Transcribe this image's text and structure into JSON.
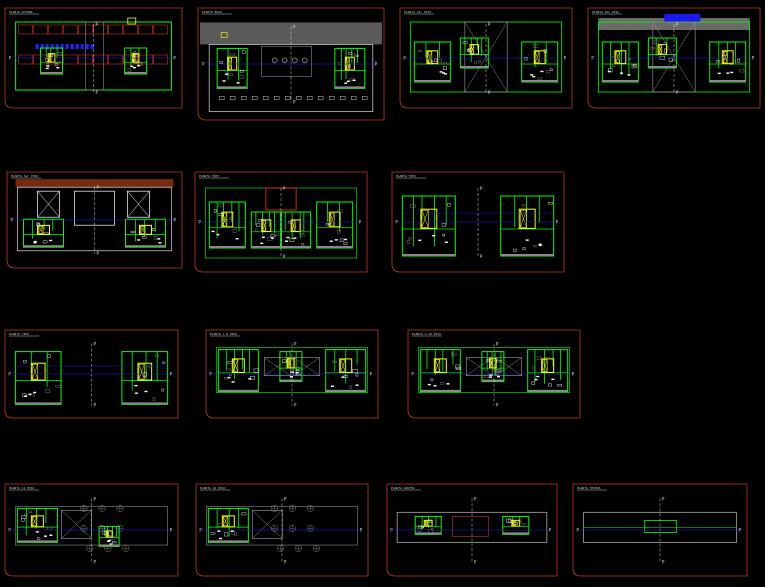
{
  "drawing": {
    "background": "#000000",
    "colors": {
      "frame": "#c0392b",
      "wall": "#00ff00",
      "core": "#ffff00",
      "axis": "#2222ff",
      "gray": "#8a8a8a",
      "white": "#ffffff",
      "red": "#ff3030",
      "tan": "#c08040",
      "brown": "#7a2a10"
    },
    "axis_tag": "P",
    "sheets": [
      {
        "id": "s1",
        "title": "PLANTA SOTANO",
        "style": "parking"
      },
      {
        "id": "s2",
        "title": "PLANTA BAJA",
        "style": "ground"
      },
      {
        "id": "s3",
        "title": "PLANTA 1er PISO",
        "style": "atrium"
      },
      {
        "id": "s4",
        "title": "PLANTA 2do PISO",
        "style": "atrium_gray"
      },
      {
        "id": "s5",
        "title": "PLANTA 3er PISO",
        "style": "void_roof"
      },
      {
        "id": "s6",
        "title": "PLANTA TIPO",
        "style": "notch"
      },
      {
        "id": "s7",
        "title": "PLANTA TIPO",
        "style": "split"
      },
      {
        "id": "s8",
        "title": "PLANTA TIPO",
        "style": "split_wide"
      },
      {
        "id": "s9",
        "title": "PLANTA 7-8 PISO",
        "style": "bar"
      },
      {
        "id": "s10",
        "title": "PLANTA 9-10 PISO",
        "style": "bar"
      },
      {
        "id": "s11",
        "title": "PLANTA 11 PISO",
        "style": "terrace"
      },
      {
        "id": "s12",
        "title": "PLANTA 12 PISO",
        "style": "terrace"
      },
      {
        "id": "s13",
        "title": "PLANTA AZOTEA",
        "style": "roof"
      },
      {
        "id": "s14",
        "title": "PLANTA TECHOS",
        "style": "roof_empty"
      }
    ]
  }
}
